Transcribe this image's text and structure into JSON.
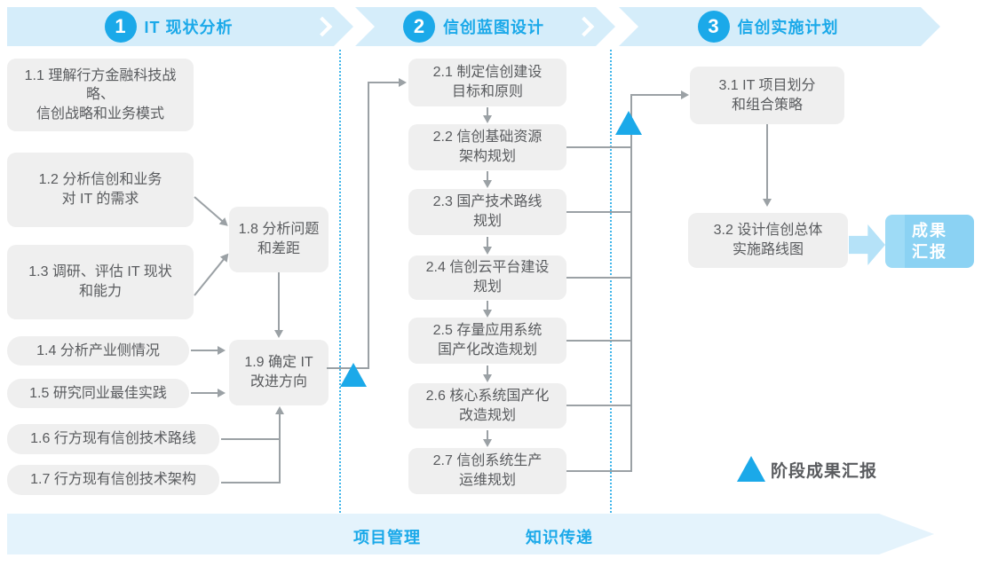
{
  "header": {
    "phases": [
      {
        "number": "1",
        "title": "IT 现状分析"
      },
      {
        "number": "2",
        "title": "信创蓝图设计"
      },
      {
        "number": "3",
        "title": "信创实施计划"
      }
    ]
  },
  "boxes": {
    "b11": "1.1 理解行方金融科技战略、\n信创战略和业务模式",
    "b12": "1.2 分析信创和业务\n对 IT 的需求",
    "b13": "1.3 调研、评估 IT 现状\n和能力",
    "b14": "1.4 分析产业侧情况",
    "b15": "1.5 研究同业最佳实践",
    "b16": "1.6 行方现有信创技术路线",
    "b17": "1.7 行方现有信创技术架构",
    "b18": "1.8 分析问题\n和差距",
    "b19": "1.9 确定 IT\n改进方向",
    "b21": "2.1 制定信创建设\n目标和原则",
    "b22": "2.2 信创基础资源\n架构规划",
    "b23": "2.3 国产技术路线\n规划",
    "b24": "2.4 信创云平台建设\n规划",
    "b25": "2.5 存量应用系统\n国产化改造规划",
    "b26": "2.6 核心系统国产化\n改造规划",
    "b27": "2.7 信创系统生产\n运维规划",
    "b31": "3.1 IT 项目划分\n和组合策略",
    "b32": "3.2 设计信创总体\n实施路线图"
  },
  "outcome_label": "成果\n汇报",
  "legend": {
    "label": "阶段成果汇报"
  },
  "footer": {
    "left_label": "项目管理",
    "right_label": "知识传递"
  },
  "colors": {
    "accent_blue": "#1ba9e9",
    "band_blue": "#d5edfa",
    "box_gray": "#efefef",
    "box_text": "#595b5e",
    "connector_gray": "#9ba1a5",
    "outcome_blue": "#8bd2f3",
    "footer_blue": "#e4f3fc"
  }
}
